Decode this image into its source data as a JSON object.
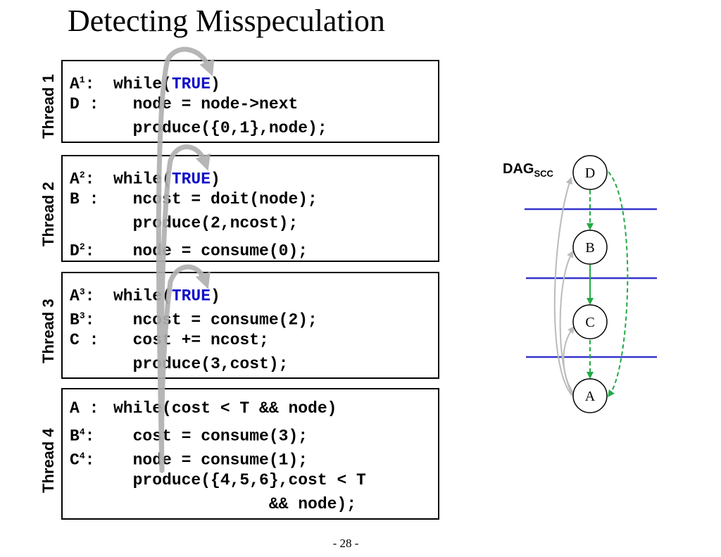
{
  "title": "Detecting Misspeculation",
  "threads": [
    {
      "label": "Thread 1",
      "lines": [
        {
          "lab": "A",
          "sup": "1",
          "sep": ":",
          "pre": "while(",
          "kw": "TRUE",
          "post": ")"
        },
        {
          "lab": "D",
          "sup": "",
          "sep": " :",
          "pre": "  node = node->next",
          "kw": "",
          "post": ""
        },
        {
          "lab": "",
          "sup": "",
          "sep": "",
          "pre": "  produce({0,1},node);",
          "kw": "",
          "post": ""
        }
      ]
    },
    {
      "label": "Thread 2",
      "lines": [
        {
          "lab": "A",
          "sup": "2",
          "sep": ":",
          "pre": "while(",
          "kw": "TRUE",
          "post": ")"
        },
        {
          "lab": "B",
          "sup": "",
          "sep": " :",
          "pre": "  ncost = doit(node);",
          "kw": "",
          "post": ""
        },
        {
          "lab": "",
          "sup": "",
          "sep": "",
          "pre": "  produce(2,ncost);",
          "kw": "",
          "post": ""
        },
        {
          "lab": "D",
          "sup": "2",
          "sep": ":",
          "pre": "  node = consume(0);",
          "kw": "",
          "post": ""
        }
      ]
    },
    {
      "label": "Thread 3",
      "lines": [
        {
          "lab": "A",
          "sup": "3",
          "sep": ":",
          "pre": "while(",
          "kw": "TRUE",
          "post": ")"
        },
        {
          "lab": "B",
          "sup": "3",
          "sep": ":",
          "pre": "  ncost = consume(2);",
          "kw": "",
          "post": ""
        },
        {
          "lab": "C",
          "sup": "",
          "sep": " :",
          "pre": "  cost += ncost;",
          "kw": "",
          "post": ""
        },
        {
          "lab": "",
          "sup": "",
          "sep": "",
          "pre": "  produce(3,cost);",
          "kw": "",
          "post": ""
        }
      ]
    },
    {
      "label": "Thread 4",
      "lines": [
        {
          "lab": "A",
          "sup": "",
          "sep": " :",
          "pre": "while(cost < T && node)",
          "kw": "",
          "post": ""
        },
        {
          "lab": "B",
          "sup": "4",
          "sep": ":",
          "pre": "  cost = consume(3);",
          "kw": "",
          "post": ""
        },
        {
          "lab": "C",
          "sup": "4",
          "sep": ":",
          "pre": "  node = consume(1);",
          "kw": "",
          "post": ""
        },
        {
          "lab": "",
          "sup": "",
          "sep": "",
          "pre": "  produce({4,5,6},cost < T",
          "kw": "",
          "post": ""
        },
        {
          "lab": "",
          "sup": "",
          "sep": "",
          "pre": "                && node);",
          "kw": "",
          "post": ""
        }
      ]
    }
  ],
  "dag": {
    "title": "DAG",
    "subscript": "SCC",
    "nodes": [
      "D",
      "B",
      "C",
      "A"
    ],
    "colors": {
      "dependence": "#22aa44",
      "partition": "#3333cc",
      "misspec": "#bbbbbb",
      "keyword": "#1111c8"
    }
  },
  "page_number": "- 28 -"
}
